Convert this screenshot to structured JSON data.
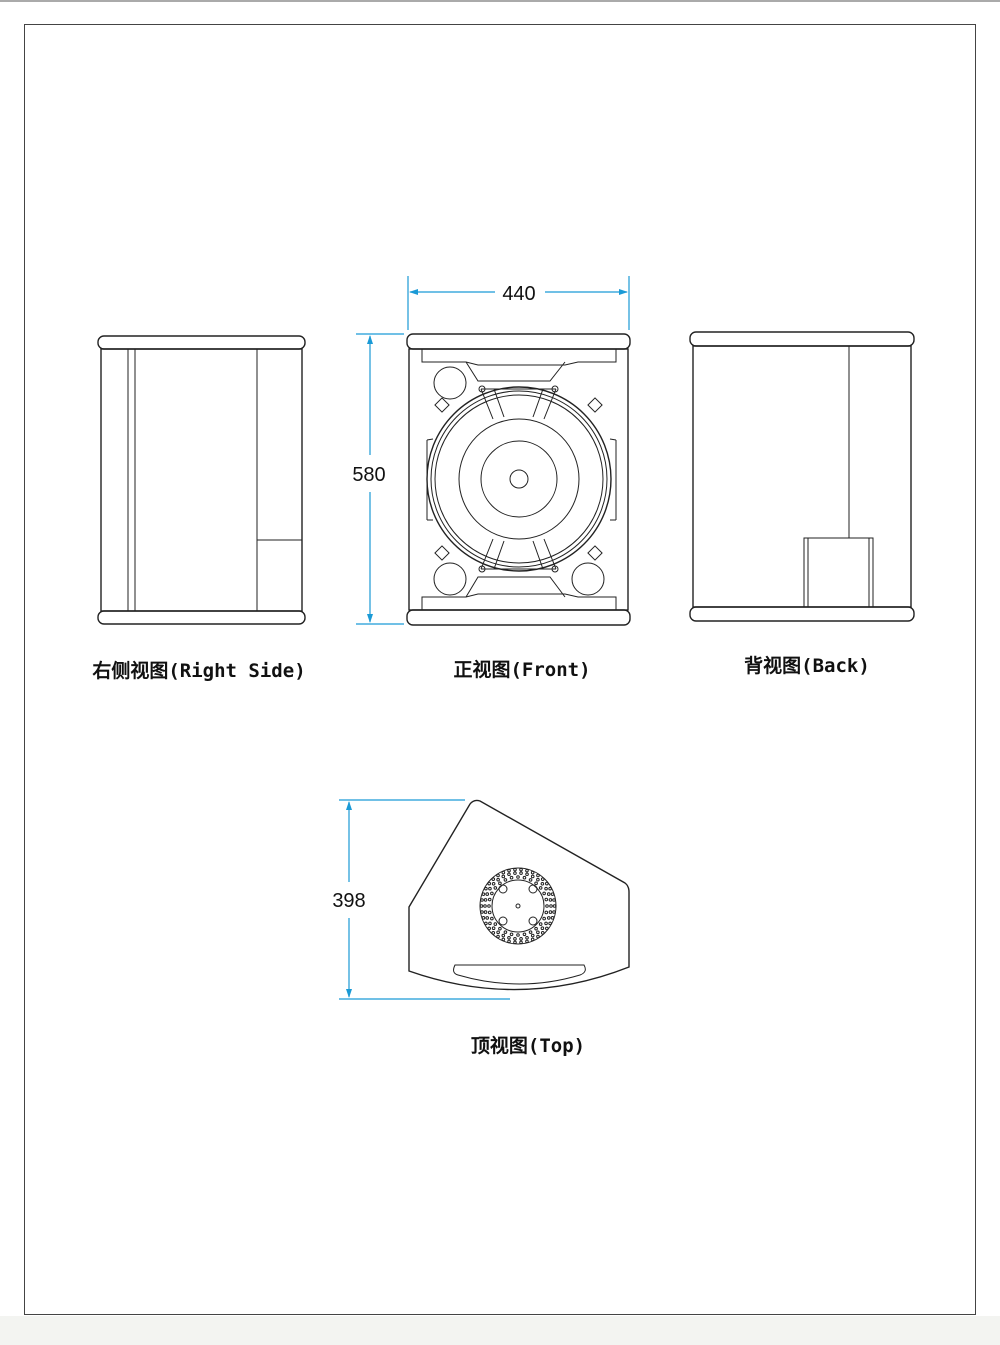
{
  "dimensions": {
    "width": "440",
    "height": "580",
    "depth": "398"
  },
  "captions": {
    "right_side": "右侧视图(Right Side)",
    "front": "正视图(Front)",
    "back": "背视图(Back)",
    "top": "顶视图(Top)"
  },
  "colors": {
    "dimension": "#1a9ad6",
    "line": "#222222"
  }
}
